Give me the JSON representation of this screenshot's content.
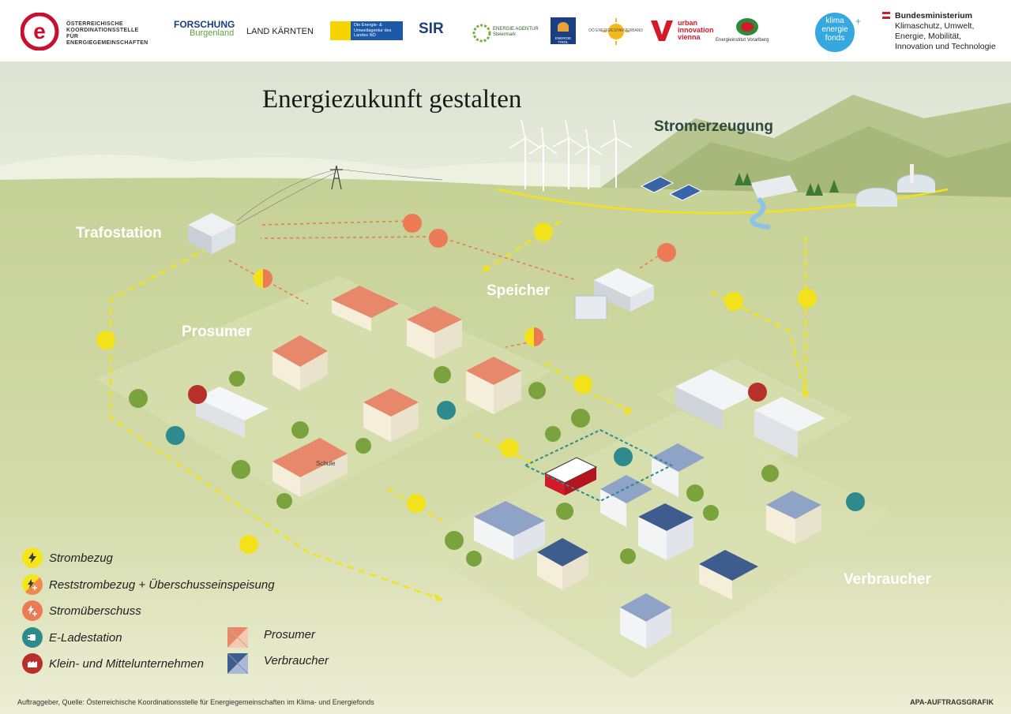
{
  "logos": {
    "koordinationsstelle": "ÖSTERREICHISCHE KOORDINATIONSSTELLE FÜR ENERGIEGEMEINSCHAFTEN",
    "forschung_line1": "FORSCHUNG",
    "forschung_line2": "Burgenland",
    "kaernten": "LAND KÄRNTEN",
    "enu": "Die Energie- & Umweltagentur des Landes NÖ",
    "sir": "SIR",
    "steiermark": "ENERGIE AGENTUR Steiermark",
    "tirol": "ENERGIE TIROL",
    "ooe": "OÖ ENERGIESPARVERBAND",
    "urban_line1": "urban",
    "urban_line2": "innovation",
    "urban_line3": "vienna",
    "vorarlberg": "Energieinstitut Vorarlberg",
    "klima_line1": "klima",
    "klima_line2": "energie",
    "klima_line3": "fonds",
    "ministry_line1": "Bundesministerium",
    "ministry_line2": "Klimaschutz, Umwelt,",
    "ministry_line3": "Energie, Mobilität,",
    "ministry_line4": "Innovation und Technologie"
  },
  "title": "Energiezukunft gestalten",
  "labels": {
    "stromerzeugung": "Stromerzeugung",
    "trafostation": "Trafostation",
    "speicher": "Speicher",
    "prosumer": "Prosumer",
    "verbraucher": "Verbraucher",
    "school_sign": "Schule"
  },
  "legend": [
    {
      "text": "Strombezug",
      "icon": "lightning-icon",
      "color": "#f5e61c"
    },
    {
      "text": "Reststrombezug + Überschusseinspeisung",
      "icon": "split-lightning-icon",
      "color": "#f08a4b"
    },
    {
      "text": "Stromüberschuss",
      "icon": "surplus-icon",
      "color": "#ec7a55"
    },
    {
      "text": "E-Ladestation",
      "icon": "plug-icon",
      "color": "#2e8a8c"
    },
    {
      "text": "Klein- und Mittelunternehmen",
      "icon": "factory-icon",
      "color": "#b8302a"
    }
  ],
  "swatches": [
    {
      "text": "Prosumer",
      "color_a": "#e8886a",
      "color_b": "#f6c9b3"
    },
    {
      "text": "Verbraucher",
      "color_a": "#3f5c8e",
      "color_b": "#a9b8d3"
    }
  ],
  "footer": "Auftraggeber, Quelle: Österreichische Koordinationsstelle für Energiegemeinschaften im Klima- und Energiefonds",
  "credit": "APA-AUFTRAGSGRAFIK",
  "colors": {
    "strombezug": "#f5e61c",
    "ueberschuss": "#ec7a55",
    "ladestation": "#2e8a8c",
    "kmu": "#b8302a",
    "sky": "#dfe6d5",
    "grass": "#c9d49a"
  }
}
